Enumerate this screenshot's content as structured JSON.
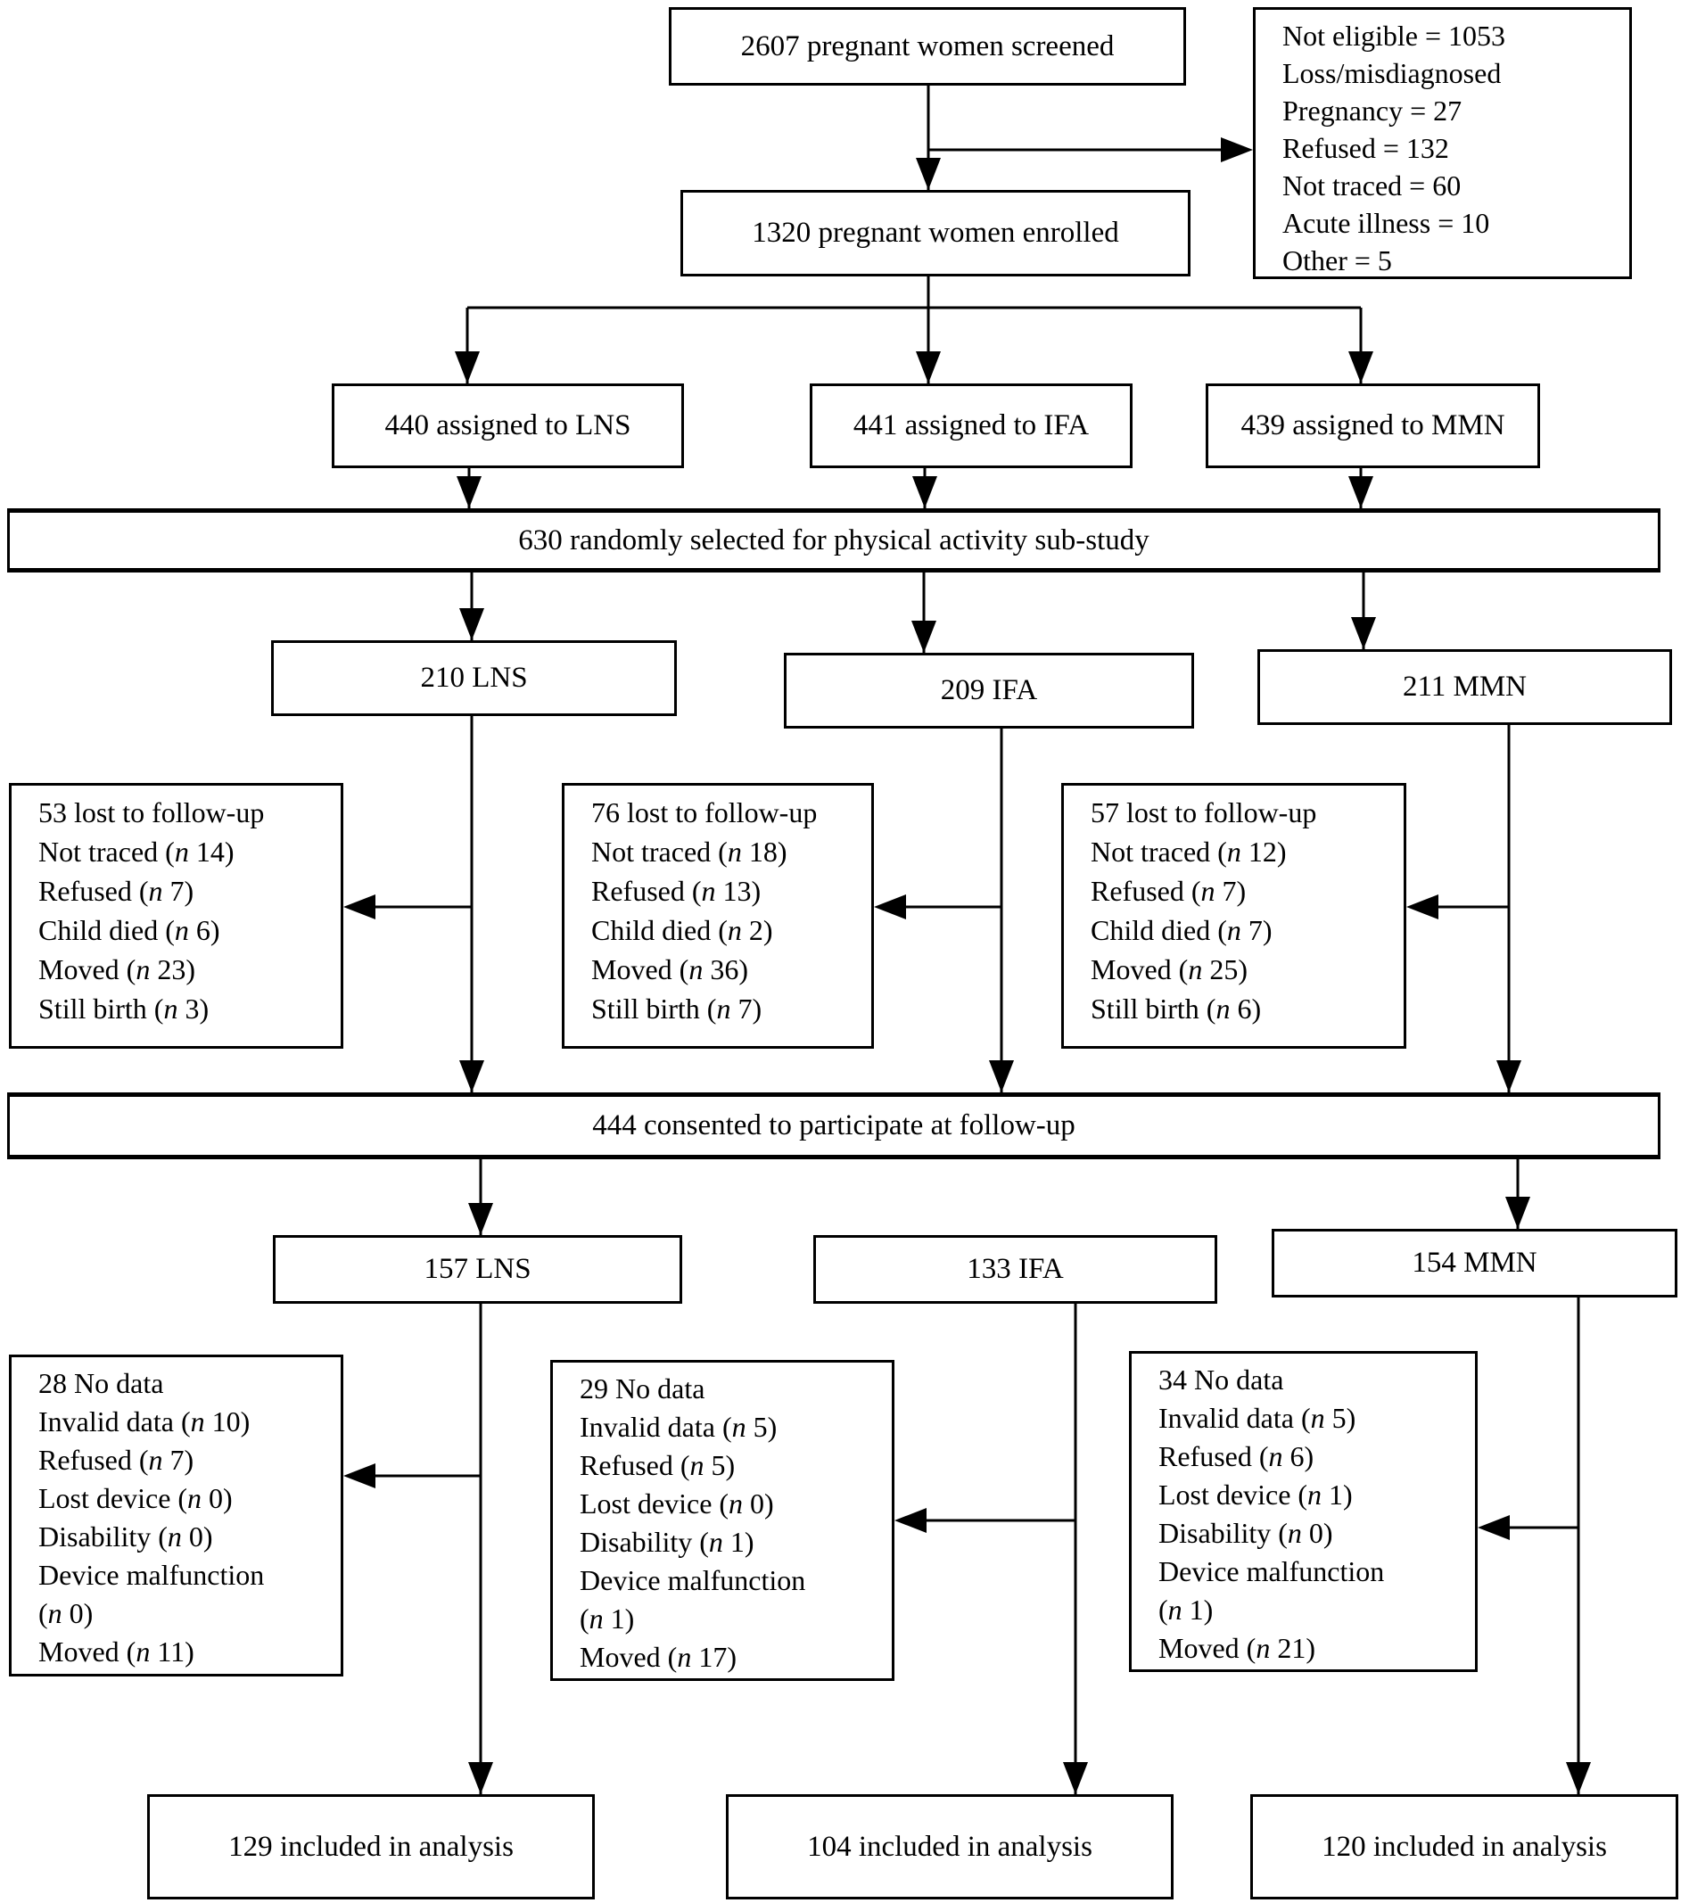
{
  "figure": {
    "screened": "2607 pregnant women screened",
    "exclusions": [
      "Not eligible = 1053",
      "Loss/misdiagnosed",
      "Pregnancy = 27",
      "Refused = 132",
      "Not traced = 60",
      "Acute illness = 10",
      "Other = 5"
    ],
    "enrolled": "1320 pregnant women enrolled",
    "assigned": {
      "lns": "440 assigned to LNS",
      "ifa": "441 assigned to IFA",
      "mmn": "439 assigned to MMN"
    },
    "substudy": "630 randomly selected for physical activity sub-study",
    "groups_substudy": {
      "lns": "210 LNS",
      "ifa": "209 IFA",
      "mmn": "211 MMN"
    },
    "lost": {
      "lns": [
        "53 lost to follow-up",
        "Not traced (n 14)",
        "Refused (n 7)",
        "Child died (n 6)",
        "Moved (n 23)",
        "Still birth (n 3)"
      ],
      "ifa": [
        "76 lost to follow-up",
        "Not traced (n 18)",
        "Refused (n 13)",
        "Child died (n 2)",
        "Moved (n 36)",
        "Still birth (n 7)"
      ],
      "mmn": [
        "57 lost to follow-up",
        "Not traced (n 12)",
        "Refused (n 7)",
        "Child died (n 7)",
        "Moved (n 25)",
        "Still birth (n 6)"
      ]
    },
    "consented": "444 consented to participate at follow-up",
    "groups_followup": {
      "lns": "157 LNS",
      "ifa": "133 IFA",
      "mmn": "154 MMN"
    },
    "nodata": {
      "lns": [
        "28 No data",
        "Invalid data (n 10)",
        "Refused (n 7)",
        "Lost device (n 0)",
        "Disability (n 0)",
        "Device malfunction",
        "(n 0)",
        "Moved (n 11)"
      ],
      "ifa": [
        "29 No data",
        "Invalid data (n 5)",
        "Refused (n 5)",
        "Lost device (n 0)",
        "Disability (n 1)",
        "Device malfunction",
        "(n 1)",
        "Moved (n 17)"
      ],
      "mmn": [
        "34 No data",
        "Invalid data (n 5)",
        "Refused (n 6)",
        "Lost device (n 1)",
        "Disability (n 0)",
        "Device malfunction",
        "(n 1)",
        "Moved (n 21)"
      ]
    },
    "included": {
      "lns": "129 included in analysis",
      "ifa": "104 included in analysis",
      "mmn": "120 included in analysis"
    }
  }
}
